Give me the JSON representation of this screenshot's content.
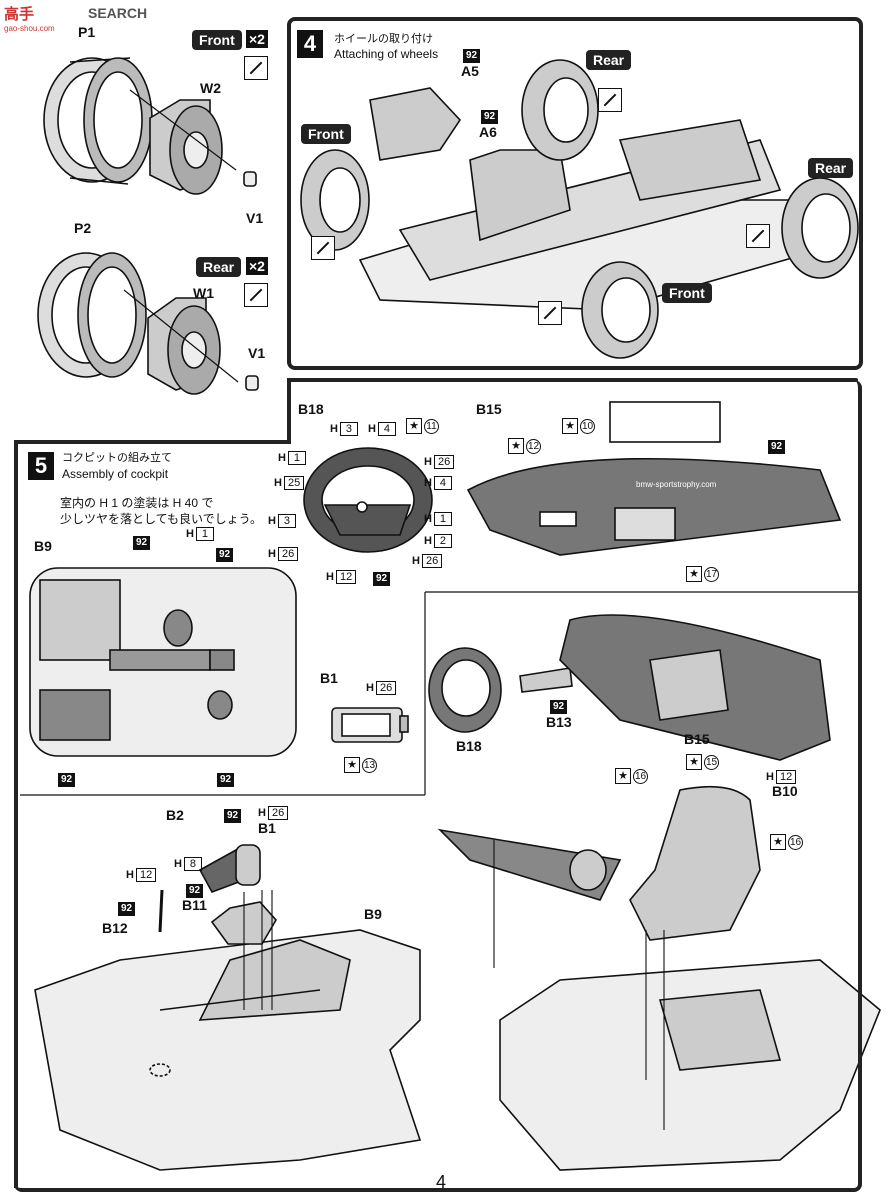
{
  "watermark": {
    "logo": "高手",
    "site": "SEARCH",
    "url": "gao-shou.com"
  },
  "page_number": "4",
  "left_top": {
    "p1": "P1",
    "w2": "W2",
    "v1a": "V1",
    "front_tag": "Front",
    "x2a": "×2",
    "p2": "P2",
    "w1": "W1",
    "v1b": "V1",
    "rear_tag": "Rear",
    "x2b": "×2"
  },
  "step4": {
    "number": "4",
    "title_jp": "ホイールの取り付け",
    "title_en": "Attaching of wheels",
    "a5_code": "92",
    "a5": "A5",
    "a6_code": "92",
    "a6": "A6",
    "rear_top": "Rear",
    "front_left": "Front",
    "rear_right": "Rear",
    "front_bottom": "Front"
  },
  "step5": {
    "number": "5",
    "title_jp": "コクピットの組み立て",
    "title_en": "Assembly of cockpit",
    "note_line1": "室内の H 1 の塗装は H 40 で",
    "note_line2": "少しツヤを落としても良いでしょう。",
    "b18": "B18",
    "b18_labels": [
      {
        "h": "H",
        "n": "3"
      },
      {
        "h": "H",
        "n": "4"
      },
      {
        "h": "H",
        "n": "1"
      },
      {
        "h": "H",
        "n": "26"
      },
      {
        "h": "H",
        "n": "25"
      },
      {
        "h": "H",
        "n": "4"
      },
      {
        "h": "H",
        "n": "3"
      },
      {
        "h": "H",
        "n": "1"
      },
      {
        "h": "H",
        "n": "2"
      },
      {
        "h": "H",
        "n": "26"
      },
      {
        "h": "H",
        "n": "26"
      },
      {
        "h": "H",
        "n": "12"
      }
    ],
    "b18_code": "92",
    "star11": "11",
    "b15": "B15",
    "star10": "10",
    "star12": "12",
    "b15_code": "92",
    "b15_text": "bmw-sportstrophy.com",
    "star17": "17",
    "b9": "B9",
    "b9_h": {
      "h": "H",
      "n": "1"
    },
    "b9_codes": [
      "92",
      "92",
      "92",
      "92"
    ],
    "b1": "B1",
    "b1_h": {
      "h": "H",
      "n": "26"
    },
    "star13": "13",
    "assy_b18": "B18",
    "assy_b13": "B13",
    "assy_b13_code": "92",
    "assy_b15": "B15",
    "star16a": "16",
    "star15": "15",
    "b10_h": {
      "h": "H",
      "n": "12"
    },
    "b10": "B10",
    "star16b": "16",
    "b2": "B2",
    "b2_code": "92",
    "b1b_h": {
      "h": "H",
      "n": "26"
    },
    "b1b": "B1",
    "h8": {
      "h": "H",
      "n": "8"
    },
    "h12": {
      "h": "H",
      "n": "12"
    },
    "b11_code": "92",
    "b11": "B11",
    "b12_code": "92",
    "b12": "B12",
    "b9b": "B9"
  }
}
